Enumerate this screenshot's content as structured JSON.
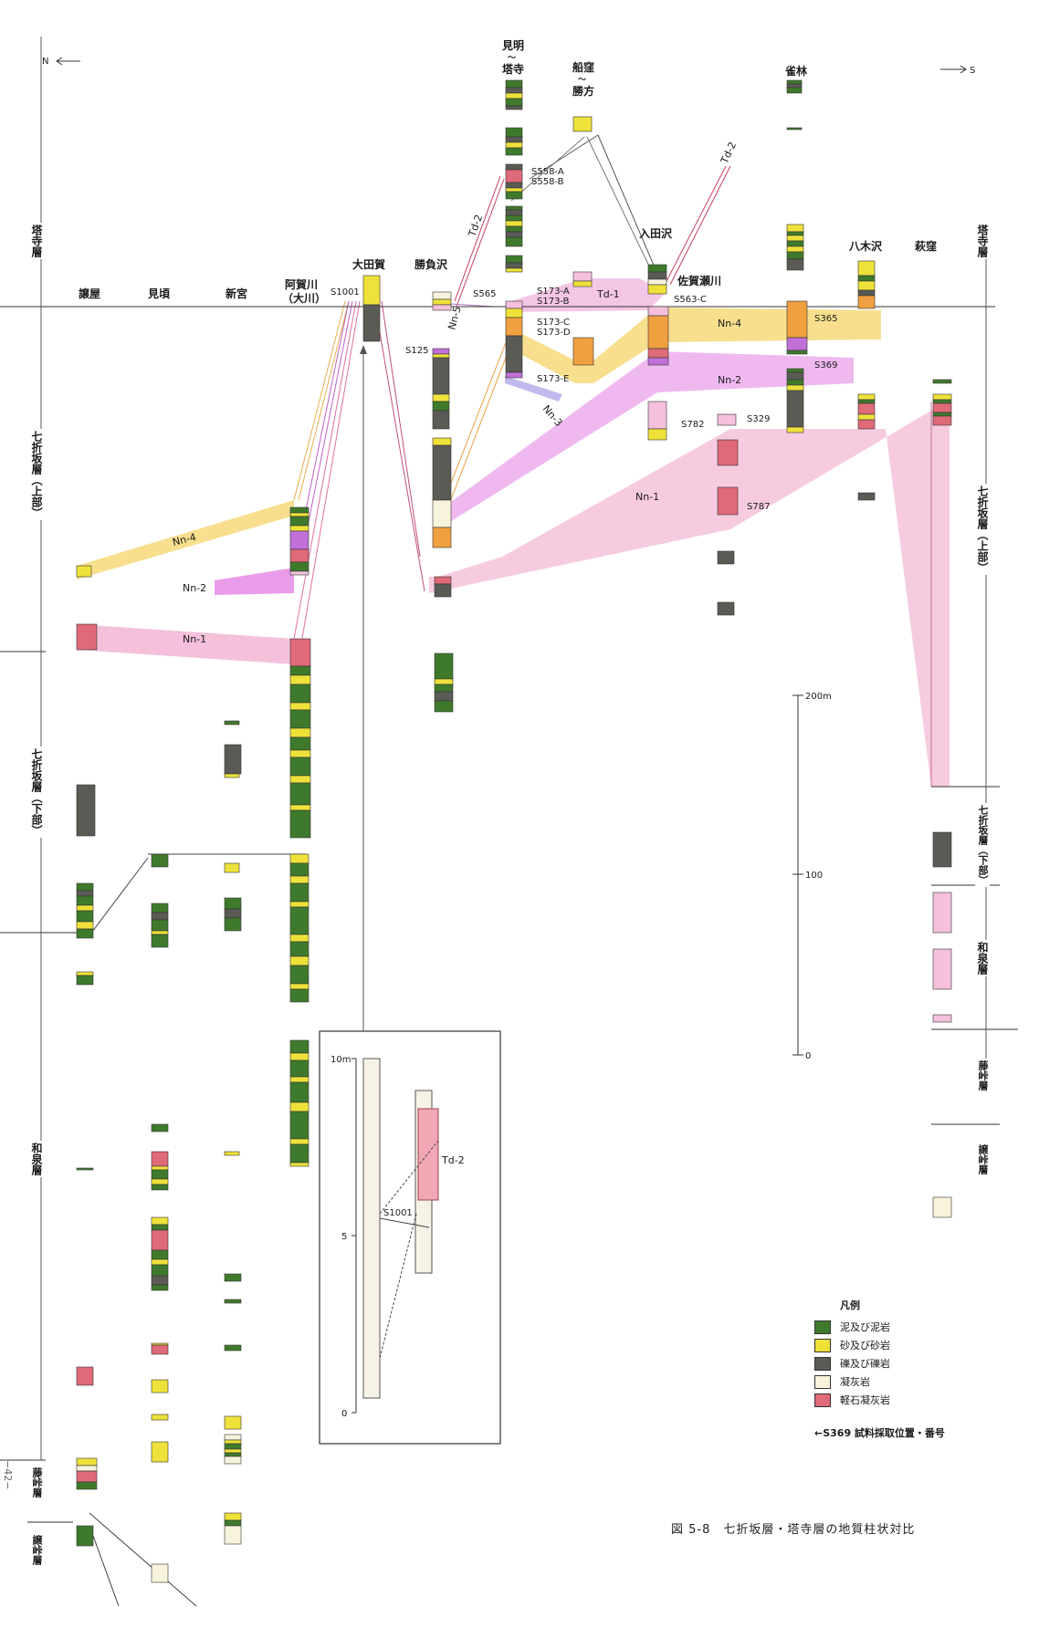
{
  "direction": {
    "north": "N",
    "south": "S"
  },
  "formations_left": {
    "tosaji": "塔寺層",
    "nanaori_upper": "七折坂層（上部）",
    "nanaori_lower": "七折坂層（下部）",
    "izumi": "和泉層",
    "fujitoge": "藤峠層",
    "yuzuritoge": "譲峠層"
  },
  "formations_right": {
    "tosaji": "塔寺層",
    "nanaori_upper": "七折坂層（上部）",
    "nanaori_lower": "七折坂層（下部）",
    "izumi": "和泉層",
    "fujitoge": "藤峠層",
    "yuzuritoge": "譲峠層"
  },
  "localities": {
    "yuzuriya": "譲屋",
    "mikoro": "見頃",
    "shingu": "新宮",
    "agagawa": "阿賀川",
    "agagawa_sub": "（大川）",
    "otaga": "大田賀",
    "katsumazawa": "勝負沢",
    "kenmyo": "見明",
    "kenmyo_tilde": "〜",
    "kenmyo_2": "塔寺",
    "funakubo": "船窪",
    "funakubo_tilde": "〜",
    "funakubo_2": "勝方",
    "iritazawa": "入田沢",
    "sagasegawa": "佐賀瀬川",
    "suzumebayashi": "雀林",
    "yagisawa": "八木沢",
    "hagikubo": "萩窪"
  },
  "marker_beds": {
    "nn1": "Nn-1",
    "nn2": "Nn-2",
    "nn3": "Nn-3",
    "nn4": "Nn-4",
    "nn5": "Nn-5",
    "td1": "Td-1",
    "td2": "Td-2"
  },
  "samples": {
    "s1001": "S1001",
    "s565": "S565",
    "s125": "S125",
    "s558a": "S558-A",
    "s558b": "S558-B",
    "s173a": "S173-A",
    "s173b": "S173-B",
    "s173c": "S173-C",
    "s173d": "S173-D",
    "s173e": "S173-E",
    "s563c": "S563-C",
    "s365": "S365",
    "s369": "S369",
    "s782": "S782",
    "s329": "S329",
    "s787": "S787"
  },
  "scale_bar": {
    "top": "200m",
    "mid": "100",
    "bottom": "0"
  },
  "inset": {
    "top": "10m",
    "mid": "5",
    "bottom": "0",
    "td2": "Td-2",
    "sample": "S1001"
  },
  "legend": {
    "title": "凡例",
    "items": [
      {
        "label": "泥及び泥岩",
        "color": "#3f7a2c"
      },
      {
        "label": "砂及び砂岩",
        "color": "#eee23a"
      },
      {
        "label": "礫及び礫岩",
        "color": "#5b5b55"
      },
      {
        "label": "凝灰岩",
        "color": "#f7f3dc"
      },
      {
        "label": "軽石凝灰岩",
        "color": "#df6a78"
      }
    ],
    "sample_note": "←S369  試料採取位置・番号"
  },
  "caption": "図 5-8　七折坂層・塔寺層の地質柱状対比",
  "page_mark": "−42−",
  "colors": {
    "nn1": "#f2b5d3",
    "nn2": "#e58be6",
    "nn4": "#f6dc82",
    "td1": "#f0b8e0",
    "td2": "#e8808a",
    "mud": "#3f7a2c",
    "sand": "#eee23a",
    "gravel": "#5b5b55",
    "tuff": "#f7f3dc",
    "pumice": "#df6a78",
    "orange": "#f0a040"
  }
}
